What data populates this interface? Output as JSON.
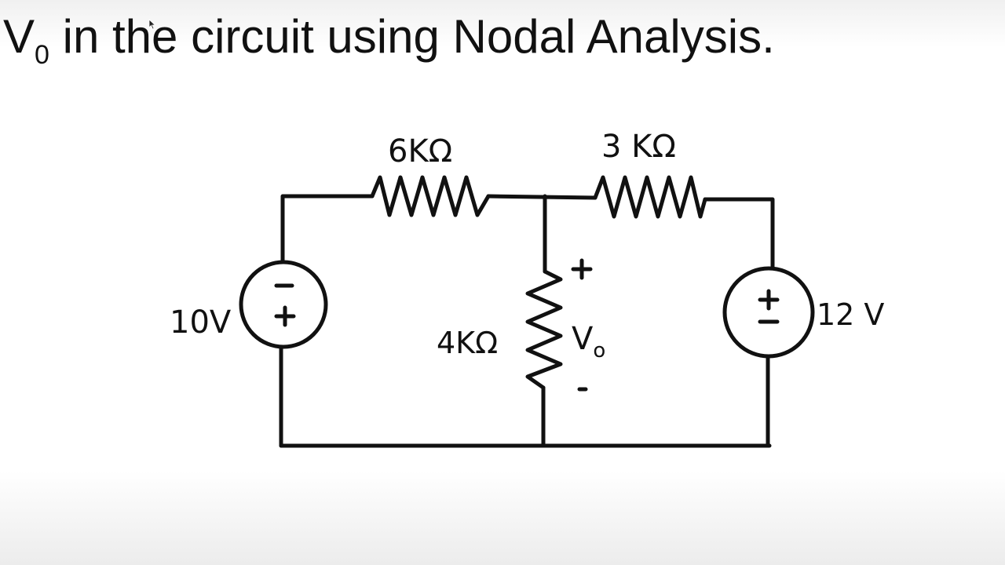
{
  "title": {
    "variable": "V",
    "subscript": "0",
    "rest": " in the circuit using Nodal Analysis."
  },
  "circuit": {
    "resistor_top_left_label": "6KΩ",
    "resistor_top_right_label": "3 KΩ",
    "resistor_middle_label": "4KΩ",
    "source_left_label": "10V",
    "source_left_top_sign": "−",
    "source_left_bottom_sign": "+",
    "source_right_label": "12 V",
    "source_right_top_sign": "+",
    "source_right_bottom_sign": "−",
    "vo_plus": "+",
    "vo_label": "V",
    "vo_subscript": "o",
    "vo_minus": "-"
  },
  "colors": {
    "ink": "#111111"
  }
}
